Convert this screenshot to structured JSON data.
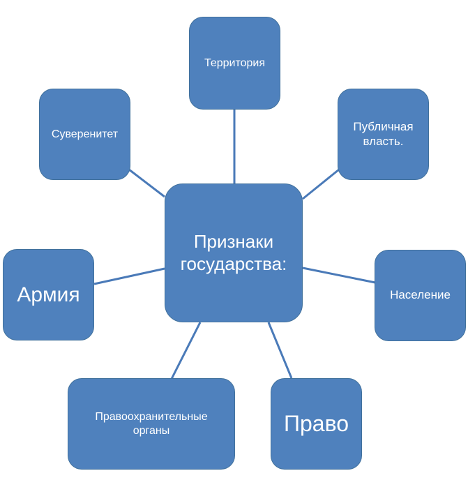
{
  "colors": {
    "node_fill": "#4f81bd",
    "node_border": "#41719c",
    "connector": "#4a7ab8",
    "text": "#ffffff"
  },
  "center": {
    "label": "Признаки государства:"
  },
  "nodes": {
    "territory": {
      "label": "Территория"
    },
    "public_power": {
      "label": "Публичная власть."
    },
    "population": {
      "label": "Население"
    },
    "law": {
      "label": "Право"
    },
    "law_enforcement": {
      "label": "Правоохранительные органы"
    },
    "army": {
      "label": "Армия"
    },
    "sovereignty": {
      "label": "Суверенитет"
    }
  }
}
